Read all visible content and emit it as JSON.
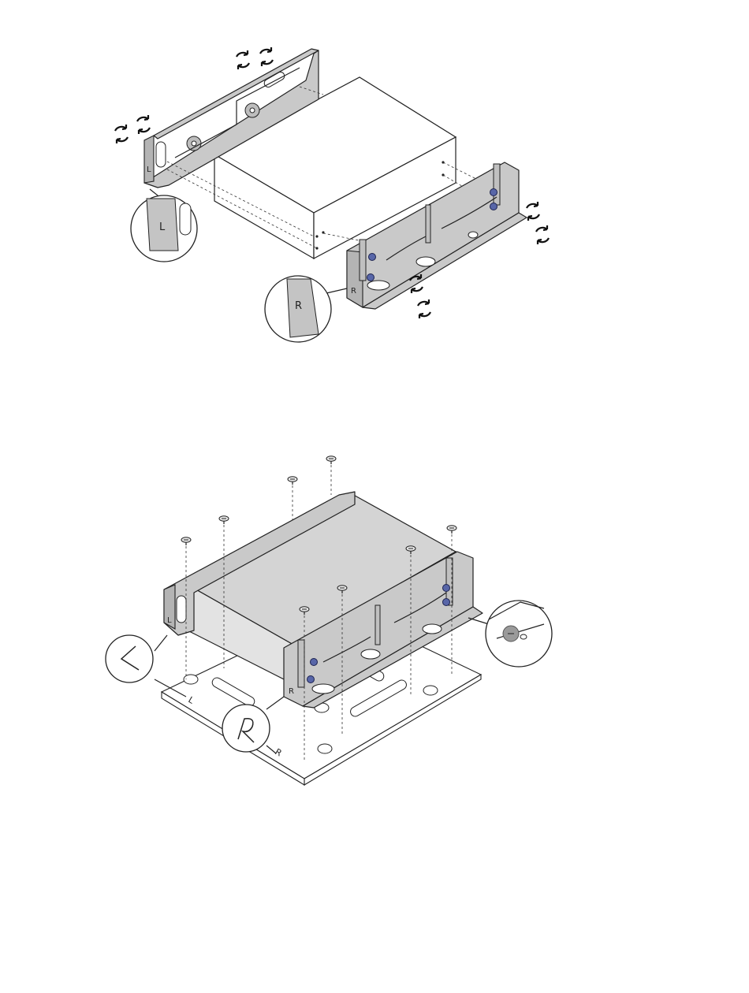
{
  "figure_top": {
    "left_bracket_label": "L",
    "right_bracket_label": "R",
    "callout_left_label": "L",
    "callout_right_label": "R"
  },
  "figure_bottom": {
    "left_bracket_label": "L",
    "right_bracket_label": "R",
    "callout_left_label": "L",
    "callout_right_label": "R",
    "plate_left_label": "L",
    "plate_right_label": "R"
  },
  "colors": {
    "bracket": "#c9c9c9",
    "screw": "#5866a8",
    "device_top": "#d4d4d4",
    "highlight": "#9a9a9a"
  },
  "icons": [
    "rotate-screw-icon",
    "screw-icon",
    "magnifier-callout"
  ]
}
